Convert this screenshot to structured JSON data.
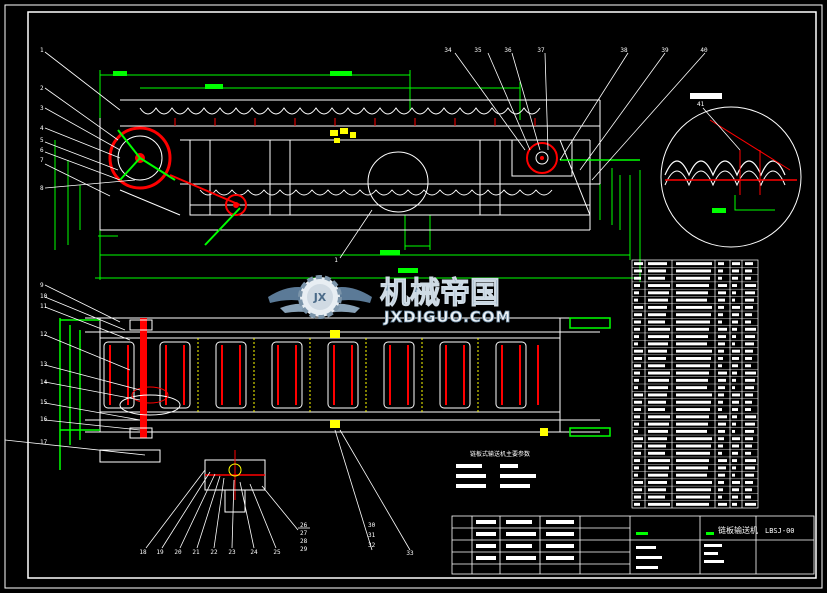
{
  "watermark": {
    "title": "机械帝国",
    "url": "JXDIGUO.COM",
    "logo_letters": "JX"
  },
  "drawing": {
    "drawing_number": "LBSJ-00",
    "drawing_name": "链板输送机",
    "params_title": "链板式输送机主要参数",
    "colors": {
      "background": "#000000",
      "frame": "#ffffff",
      "outline": "#ffffff",
      "dimension": "#00ff00",
      "sprocket": "#ff0000",
      "chain": "#ffff00",
      "hidden": "#ff00ff"
    }
  },
  "balloons_top": [
    "34",
    "35",
    "36",
    "37",
    "38",
    "39",
    "40"
  ],
  "balloons_left_top": [
    "1",
    "2",
    "3",
    "4",
    "5",
    "6",
    "7",
    "8"
  ],
  "balloon_top_mid": "1",
  "balloons_left_bottom": [
    "9",
    "10",
    "11",
    "12",
    "13",
    "14",
    "15",
    "16",
    "17"
  ],
  "balloons_bottom": [
    "18",
    "19",
    "20",
    "21",
    "22",
    "23",
    "24",
    "25",
    "26",
    "27",
    "28",
    "29",
    "30",
    "31",
    "32",
    "33"
  ],
  "balloon_detail": "41"
}
